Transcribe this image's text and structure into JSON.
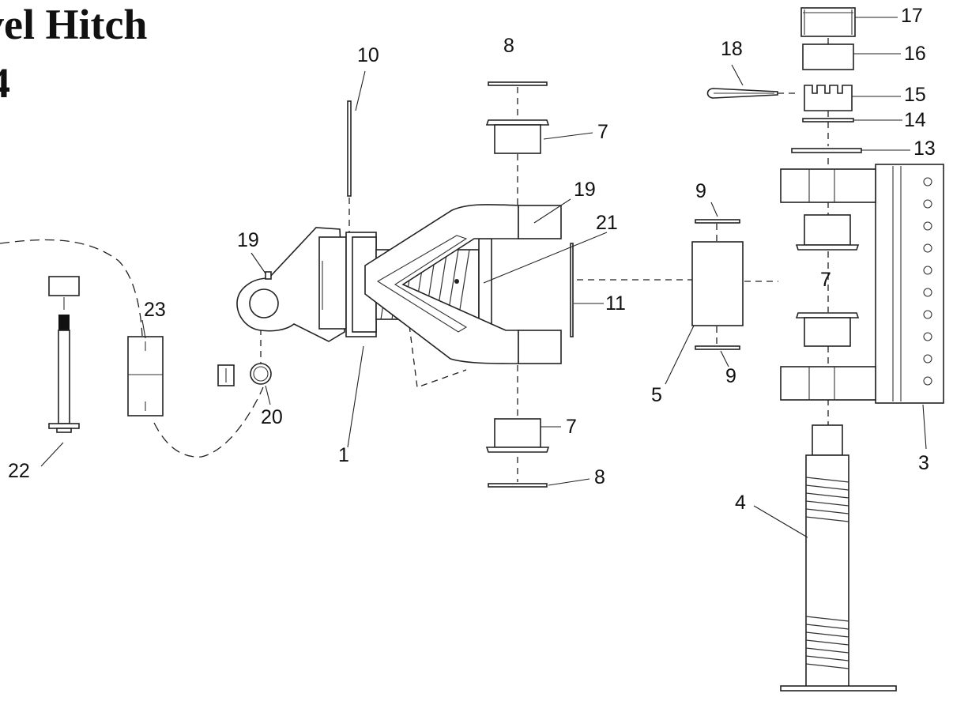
{
  "title": {
    "line1": "vel Hitch",
    "line2": "4"
  },
  "callouts": {
    "c1": "1",
    "c3": "3",
    "c4": "4",
    "c5": "5",
    "c7a": "7",
    "c7b": "7",
    "c7c": "7",
    "c8a": "8",
    "c8b": "8",
    "c9a": "9",
    "c9b": "9",
    "c10": "10",
    "c11": "11",
    "c13": "13",
    "c14": "14",
    "c15": "15",
    "c16": "16",
    "c17": "17",
    "c18": "18",
    "c19a": "19",
    "c19b": "19",
    "c20": "20",
    "c21": "21",
    "c22": "22",
    "c23": "23"
  }
}
